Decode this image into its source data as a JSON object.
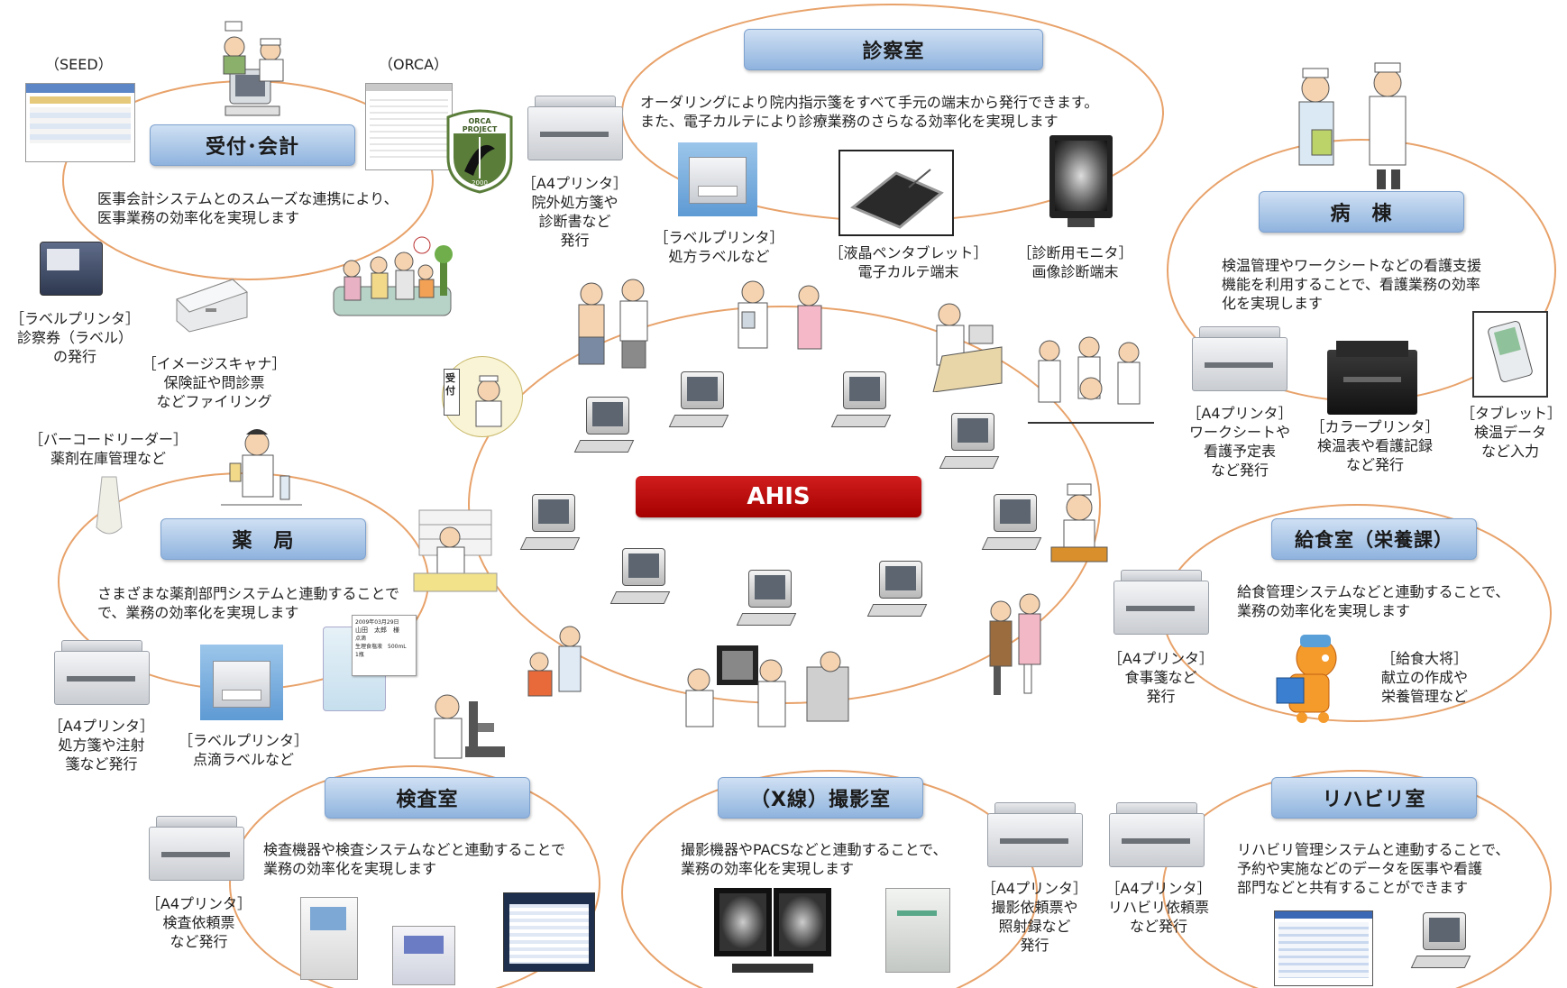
{
  "center": {
    "label": "AHIS"
  },
  "reception": {
    "title": "受付･会計",
    "seed_label": "（SEED）",
    "orca_label": "（ORCA）",
    "orca_logo_text": "ORCA PROJECT",
    "orca_logo_year": "2000",
    "description_line1": "医事会計システムとのスムーズな連携により、",
    "description_line2": "医事業務の効率化を実現します",
    "label_printer_line1": "［ラベルプリンタ］",
    "label_printer_line2": "診察券（ラベル）",
    "label_printer_line3": "の発行",
    "scanner_line1": "［イメージスキャナ］",
    "scanner_line2": "保険証や問診票",
    "scanner_line3": "などファイリング",
    "reception_sign": "受付"
  },
  "exam_room": {
    "title": "診察室",
    "description_line1": "オーダリングにより院内指示箋をすべて手元の端末から発行できます。",
    "description_line2": "また、電子カルテにより診療業務のさらなる効率化を実現します",
    "a4_line1": "［A4プリンタ］",
    "a4_line2": "院外処方箋や",
    "a4_line3": "診断書など",
    "a4_line4": "発行",
    "label_line1": "［ラベルプリンタ］",
    "label_line2": "処方ラベルなど",
    "tablet_line1": "［液晶ペンタブレット］",
    "tablet_line2": "電子カルテ端末",
    "monitor_line1": "［診断用モニタ］",
    "monitor_line2": "画像診断端末"
  },
  "ward": {
    "title": "病　棟",
    "description_line1": "検温管理やワークシートなどの看護支援",
    "description_line2": "機能を利用することで、看護業務の効率",
    "description_line3": "化を実現します",
    "a4_line1": "［A4プリンタ］",
    "a4_line2": "ワークシートや",
    "a4_line3": "看護予定表",
    "a4_line4": "など発行",
    "color_line1": "［カラープリンタ］",
    "color_line2": "検温表や看護記録",
    "color_line3": "など発行",
    "tablet_line1": "［タブレット］",
    "tablet_line2": "検温データ",
    "tablet_line3": "など入力"
  },
  "pharmacy": {
    "title": "薬　局",
    "barcode_line1": "［バーコードリーダー］",
    "barcode_line2": "薬剤在庫管理など",
    "description_line1": "さまざまな薬剤部門システムと連動することで",
    "description_line2": "で、業務の効率化を実現します",
    "a4_line1": "［A4プリンタ］",
    "a4_line2": "処方箋や注射",
    "a4_line3": "箋など発行",
    "label_line1": "［ラベルプリンタ］",
    "label_line2": "点滴ラベルなど",
    "drip_label_date": "2009年03月29日",
    "drip_label_name": "山田　太郎　様",
    "drip_label_item1": "点滴",
    "drip_label_item2": "生理食塩液　500mL",
    "drip_label_item3": "1瓶"
  },
  "nutrition": {
    "title": "給食室（栄養課）",
    "description_line1": "給食管理システムなどと連動することで、",
    "description_line2": "業務の効率化を実現します",
    "a4_line1": "［A4プリンタ］",
    "a4_line2": "食事箋など",
    "a4_line3": "発行",
    "app_line1": "［給食大将］",
    "app_line2": "献立の作成や",
    "app_line3": "栄養管理など"
  },
  "lab": {
    "title": "検査室",
    "description_line1": "検査機器や検査システムなどと連動することで",
    "description_line2": "業務の効率化を実現します",
    "a4_line1": "［A4プリンタ］",
    "a4_line2": "検査依頼票",
    "a4_line3": "など発行"
  },
  "xray": {
    "title": "（X線）撮影室",
    "description_line1": "撮影機器やPACSなどと連動することで、",
    "description_line2": "業務の効率化を実現します",
    "a4_line1": "［A4プリンタ］",
    "a4_line2": "撮影依頼票や",
    "a4_line3": "照射録など",
    "a4_line4": "発行"
  },
  "rehab": {
    "title": "リハビリ室",
    "description_line1": "リハビリ管理システムと連動することで、",
    "description_line2": "予約や実施などのデータを医事や看護",
    "description_line3": "部門などと共有することができます",
    "a4_line1": "［A4プリンタ］",
    "a4_line2": "リハビリ依頼票",
    "a4_line3": "など発行"
  },
  "colors": {
    "ellipse": "#e8a26a",
    "title_blue": "#9bbce4",
    "ahis_red": "#c00000"
  }
}
